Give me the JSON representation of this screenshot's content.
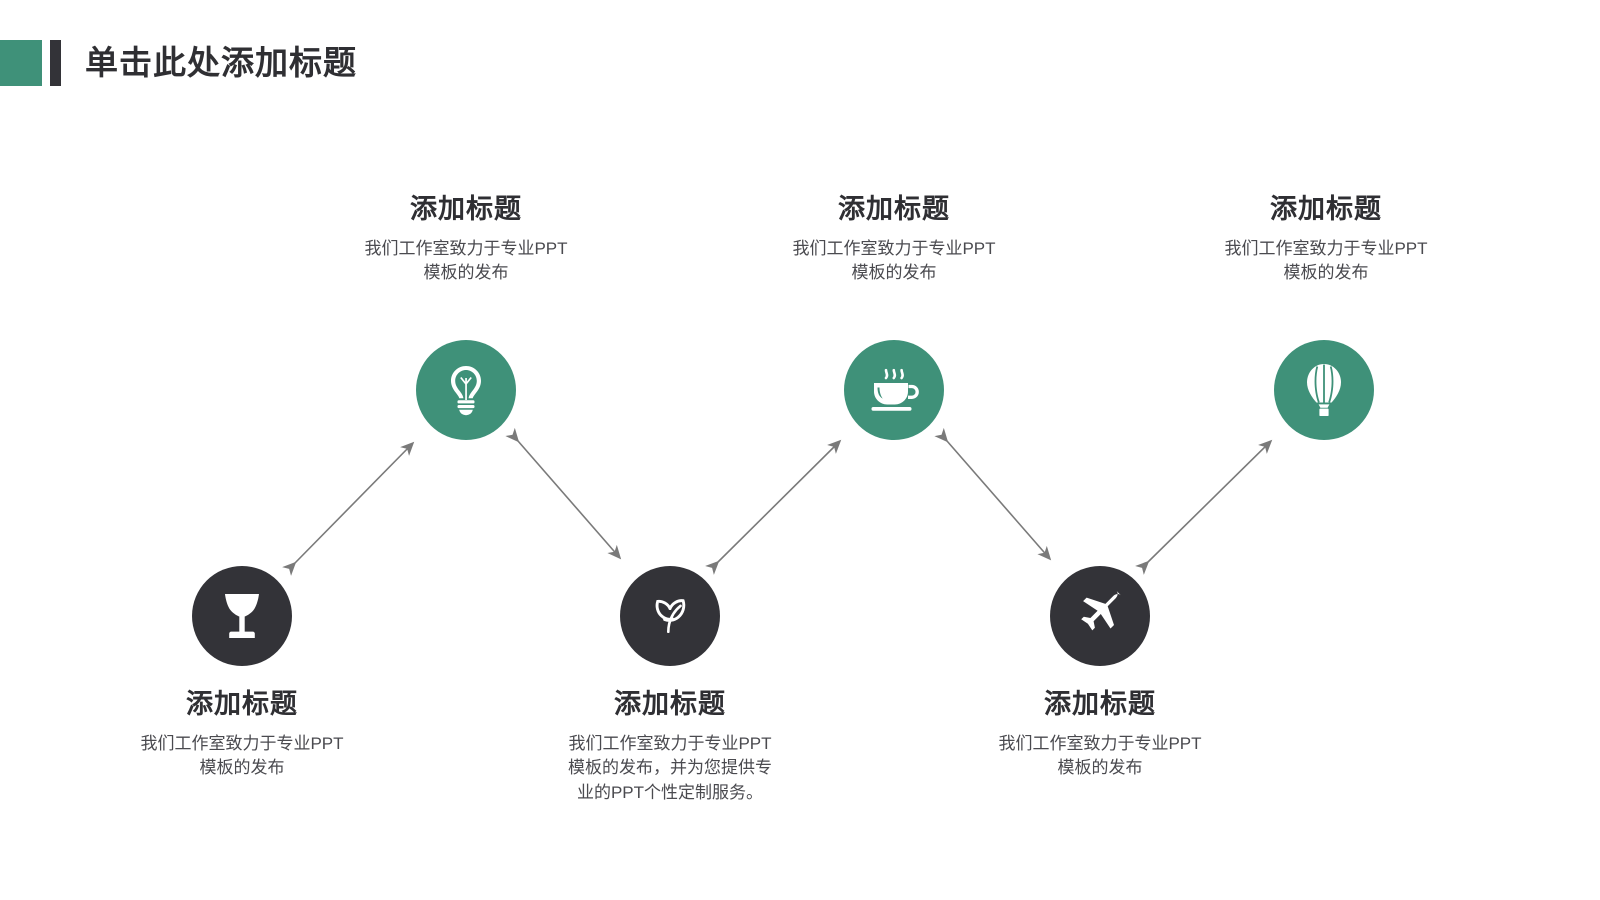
{
  "slide": {
    "title": "单击此处添加标题",
    "accent_color": "#3f9179",
    "dark_color": "#333338",
    "background_color": "#ffffff",
    "arrow_color": "#7a7a7a"
  },
  "nodes": [
    {
      "id": "node-wine",
      "icon": "wine-glass-icon",
      "style": "dark",
      "row": "bottom",
      "title": "添加标题",
      "desc": "我们工作室致力于专业PPT\n模板的发布"
    },
    {
      "id": "node-bulb",
      "icon": "lightbulb-icon",
      "style": "green",
      "row": "top",
      "title": "添加标题",
      "desc": "我们工作室致力于专业PPT\n模板的发布"
    },
    {
      "id": "node-leaf",
      "icon": "leaf-icon",
      "style": "dark",
      "row": "bottom",
      "title": "添加标题",
      "desc": "我们工作室致力于专业PPT\n模板的发布，并为您提供专\n业的PPT个性定制服务。"
    },
    {
      "id": "node-coffee",
      "icon": "coffee-cup-icon",
      "style": "green",
      "row": "top",
      "title": "添加标题",
      "desc": "我们工作室致力于专业PPT\n模板的发布"
    },
    {
      "id": "node-plane",
      "icon": "airplane-icon",
      "style": "dark",
      "row": "bottom",
      "title": "添加标题",
      "desc": "我们工作室致力于专业PPT\n模板的发布"
    },
    {
      "id": "node-balloon",
      "icon": "hot-air-balloon-icon",
      "style": "green",
      "row": "top",
      "title": "添加标题",
      "desc": "我们工作室致力于专业PPT\n模板的发布"
    }
  ]
}
